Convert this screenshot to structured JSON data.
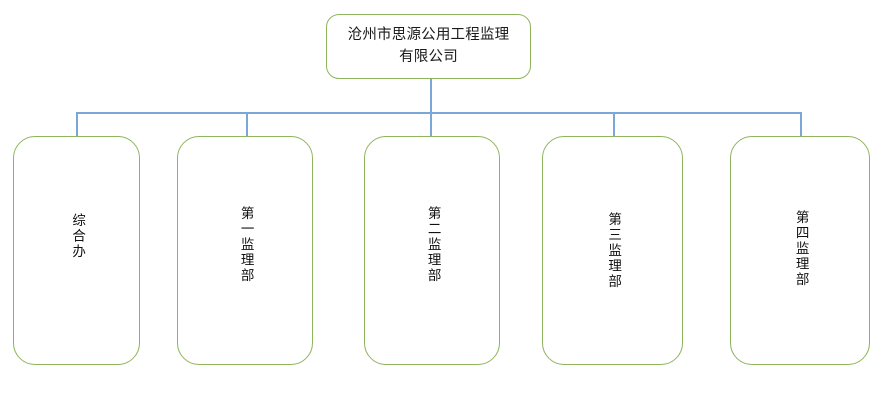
{
  "diagram": {
    "type": "organization-chart",
    "orientation": "top-down",
    "colors": {
      "node_border": "#8fb45e",
      "node_fill": "#ffffff",
      "connector": "#79a7d8",
      "text": "#111111",
      "background": "#ffffff"
    },
    "root": {
      "label": "沧州市思源公用工程监理有限公司",
      "text_direction": "horizontal"
    },
    "children": [
      {
        "label": "综合办",
        "text_direction": "vertical"
      },
      {
        "label": "第一监理部",
        "text_direction": "vertical"
      },
      {
        "label": "第二监理部",
        "text_direction": "vertical"
      },
      {
        "label": "第三监理部",
        "text_direction": "vertical"
      },
      {
        "label": "第四监理部",
        "text_direction": "vertical"
      }
    ]
  }
}
